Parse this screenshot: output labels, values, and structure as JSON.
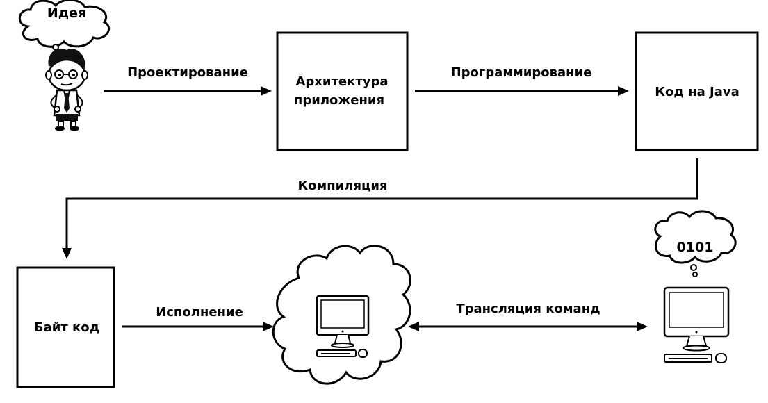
{
  "thought_idea": "Идея",
  "thought_binary": "0101",
  "boxes": {
    "architecture_line1": "Архитектура",
    "architecture_line2": "приложения",
    "java_code": "Код на Java",
    "bytecode": "Байт код"
  },
  "edges": {
    "design": "Проектирование",
    "programming": "Программирование",
    "compilation": "Компиляция",
    "execution": "Исполнение",
    "translation": "Трансляция команд"
  }
}
